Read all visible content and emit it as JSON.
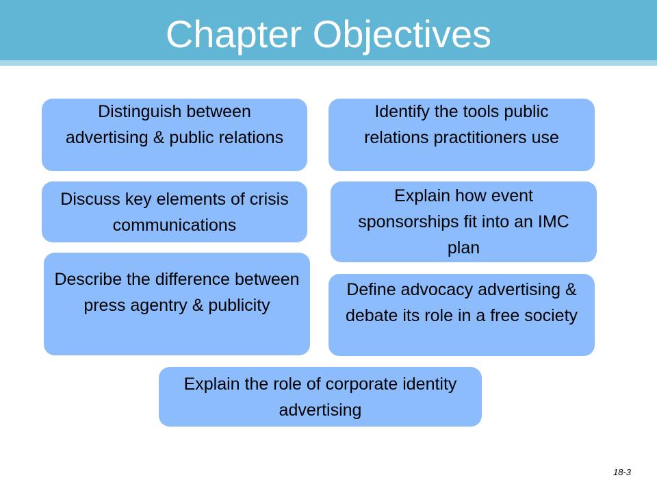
{
  "slide": {
    "title": "Chapter Objectives",
    "slide_number": "18-3"
  },
  "objectives": [
    "Distinguish between advertising & public relations",
    "Identify the tools public relations practitioners use",
    "Discuss key elements of crisis communications",
    "Explain how event sponsorships fit into an IMC plan",
    "Describe the difference between press agentry & publicity",
    "Define advocacy advertising & debate its role in a free society",
    "Explain the role of corporate identity advertising"
  ],
  "colors": {
    "title_bar": "#62b6d5",
    "title_underline": "#a9d6e8",
    "box_fill": "#8cbcfb",
    "title_text": "#ffffff"
  }
}
